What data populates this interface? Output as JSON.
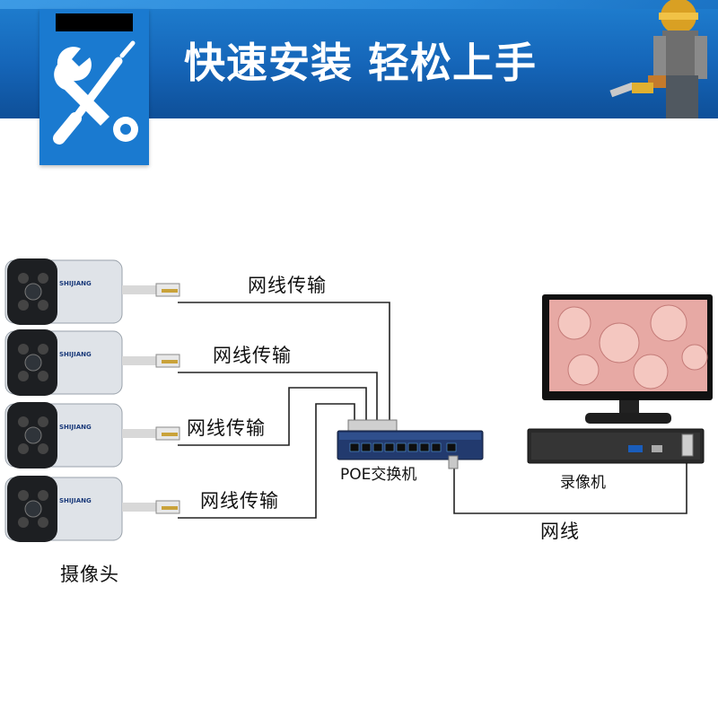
{
  "header": {
    "headline": "快速安装  轻松上手",
    "tool_icon": "wrench-screwdriver-icon",
    "worker_icon": "construction-worker-icon",
    "color_banner": "#1565b8"
  },
  "cameras": [
    {
      "brand": "SHIJIANG"
    },
    {
      "brand": "SHIJIANG"
    },
    {
      "brand": "SHIJIANG"
    },
    {
      "brand": "SHIJIANG"
    }
  ],
  "labels": {
    "cable_1": "网线传输",
    "cable_2": "网线传输",
    "cable_3": "网线传输",
    "cable_4": "网线传输",
    "switch": "POE交换机",
    "nvr": "录像机",
    "network_cable": "网线",
    "cameras": "摄像头"
  }
}
